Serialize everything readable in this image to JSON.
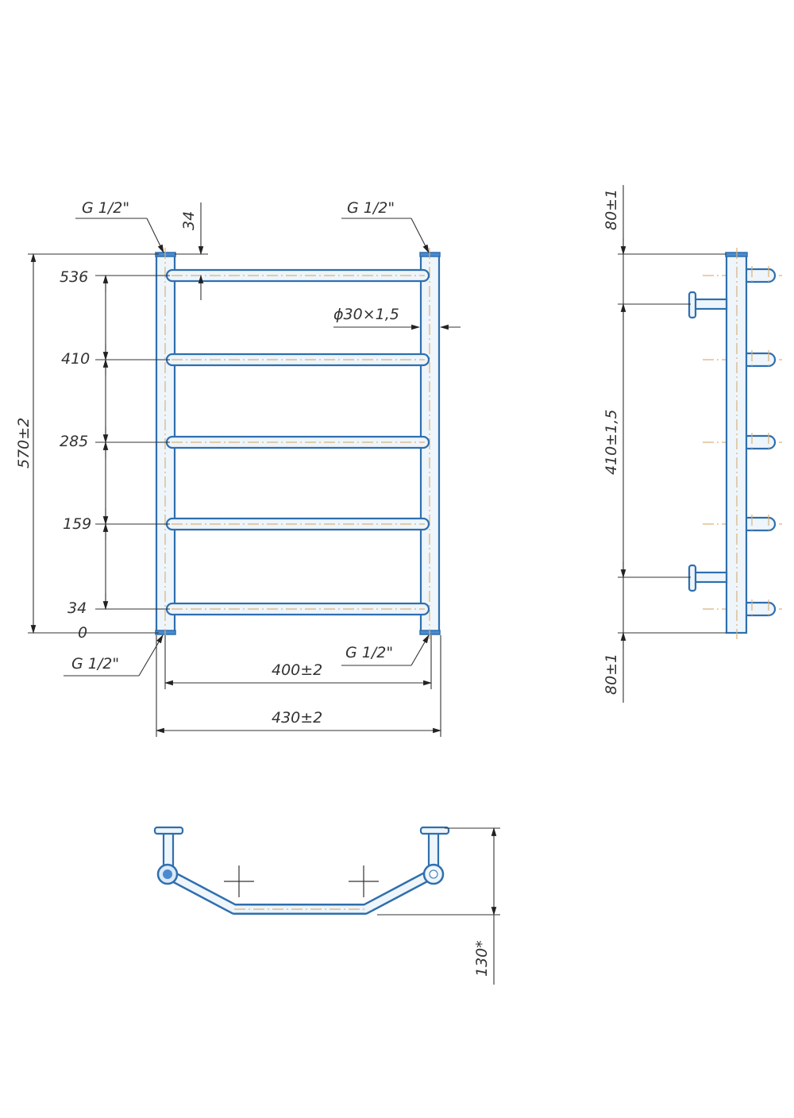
{
  "front_view": {
    "thread_top_left": "G 1/2\"",
    "thread_top_right": "G 1/2\"",
    "thread_bottom_left": "G 1/2\"",
    "thread_bottom_right": "G 1/2\"",
    "height_total": "570±2",
    "top_offset": "34",
    "tube_spec": "ϕ30×1,5",
    "bar_positions": [
      "536",
      "410",
      "285",
      "159",
      "34",
      "0"
    ],
    "width_centers": "400±2",
    "width_total": "430±2"
  },
  "side_view": {
    "top_offset": "80±1",
    "mount_spacing": "410±1,5",
    "bottom_offset": "80±1"
  },
  "top_view": {
    "depth": "130*"
  },
  "colors": {
    "outline": "#2f6fae",
    "centerline": "#d9b27a",
    "dimension": "#333333"
  }
}
